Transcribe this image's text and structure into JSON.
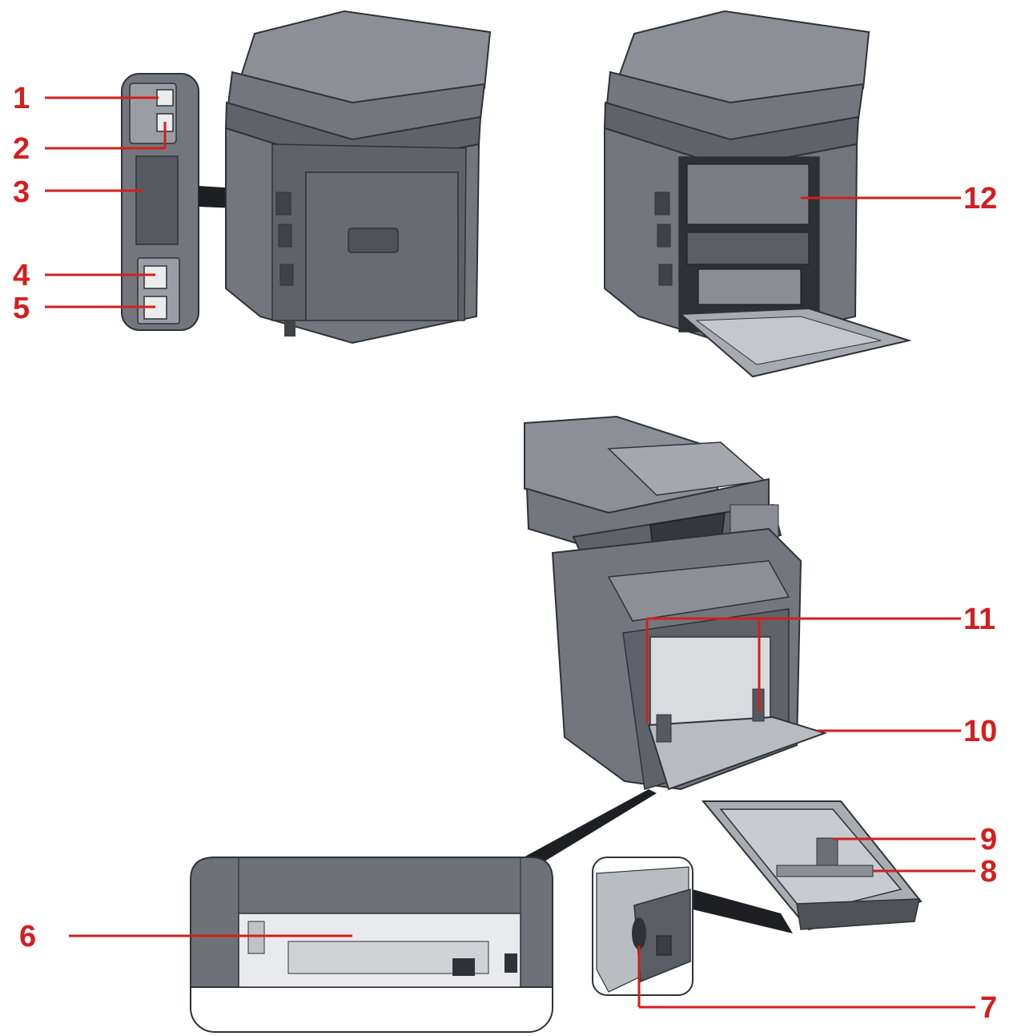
{
  "callouts": [
    {
      "id": "1",
      "label": "1"
    },
    {
      "id": "2",
      "label": "2"
    },
    {
      "id": "3",
      "label": "3"
    },
    {
      "id": "4",
      "label": "4"
    },
    {
      "id": "5",
      "label": "5"
    },
    {
      "id": "6",
      "label": "6"
    },
    {
      "id": "7",
      "label": "7"
    },
    {
      "id": "8",
      "label": "8"
    },
    {
      "id": "9",
      "label": "9"
    },
    {
      "id": "10",
      "label": "10"
    },
    {
      "id": "11",
      "label": "11"
    },
    {
      "id": "12",
      "label": "12"
    }
  ],
  "colors": {
    "callout": "#d31f1f",
    "printer_body": "#6b6f75",
    "outline": "#2f3236",
    "paper_white": "#f2f2f2"
  }
}
